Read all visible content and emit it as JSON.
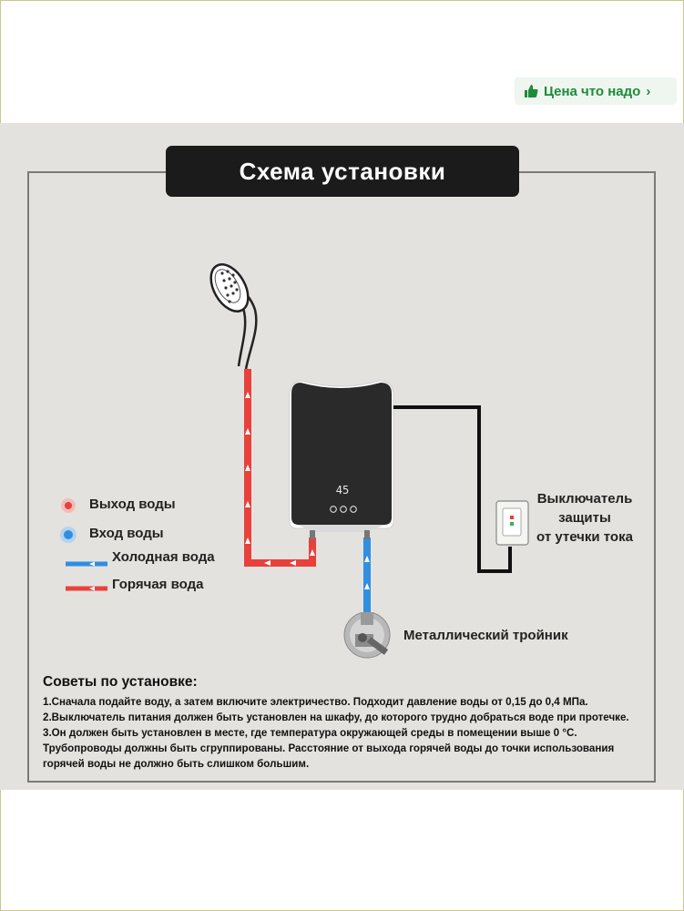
{
  "badge": {
    "text": "Цена что надо",
    "icon": "thumbs-up-icon",
    "color": "#1f8a3a"
  },
  "title": "Схема установки",
  "heater": {
    "display": "45"
  },
  "legend": {
    "water_out": "Выход воды",
    "water_in": "Вход воды",
    "cold_water": "Холодная вода",
    "hot_water": "Горячая вода"
  },
  "labels": {
    "breaker_line1": "Выключатель",
    "breaker_line2": "защиты",
    "breaker_line3": "от утечки тока",
    "tee": "Металлический тройник"
  },
  "tips": {
    "heading": "Советы по установке:",
    "lines": [
      "1.Сначала подайте воду, а затем включите электричество. Подходит давление воды от 0,15 до 0,4 МПа.",
      "2.Выключатель питания должен быть установлен на шкафу, до которого трудно добраться воде при протечке.",
      "3.Он должен быть установлен в месте, где температура окружающей среды в помещении выше 0 °C.",
      "Трубопроводы должны быть сгруппированы. Расстояние от выхода горячей воды до точки использования",
      "горячей воды не должно быть слишком большим."
    ]
  },
  "colors": {
    "hot": "#e8413c",
    "cold": "#2f8fe0",
    "cable": "#111111"
  }
}
